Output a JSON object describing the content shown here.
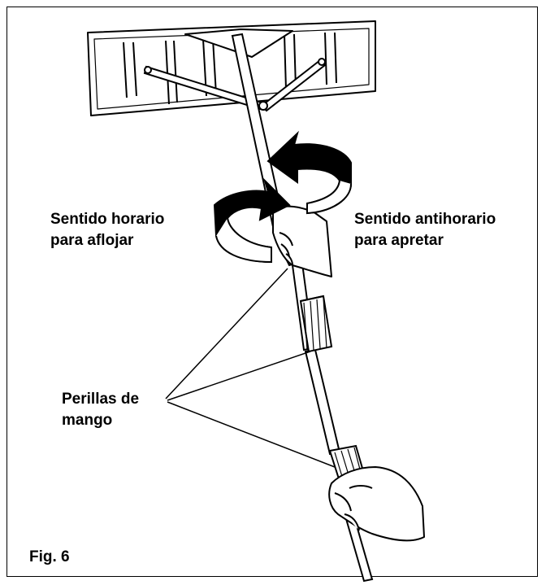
{
  "figure": {
    "label": "Fig. 6"
  },
  "callouts": {
    "clockwise": {
      "line1": "Sentido horario",
      "line2": "para aflojar"
    },
    "counterclockwise": {
      "line1": "Sentido antihorario",
      "line2": "para apretar"
    },
    "knobs": {
      "line1": "Perillas de",
      "line2": "mango"
    }
  },
  "colors": {
    "ink": "#000000",
    "background": "#ffffff"
  }
}
